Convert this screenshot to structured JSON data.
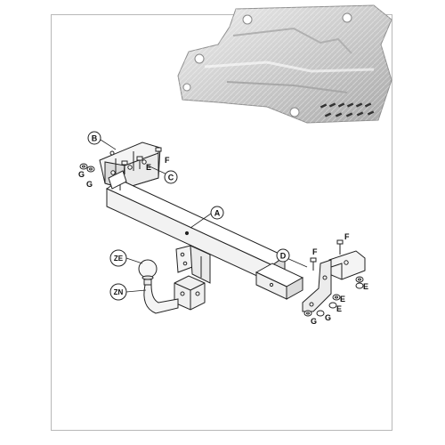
{
  "colors": {
    "page_border": "#b8b8b8",
    "line": "#222222",
    "metal_fill": "#f4f4f4",
    "metal_shade": "#dcdcdc",
    "shield_fill": "#cfcfcf",
    "shield_light": "#eaeaea",
    "shield_dark": "#8f8f8f"
  },
  "icons": {
    "heat_shield": "heat-shield-photo-icon",
    "crossbar": "crossbar-icon",
    "tow_ball": "tow-ball-icon",
    "socket_plate": "socket-plate-icon",
    "bolt": "bolt-icon"
  },
  "callouts": {
    "B": "B",
    "C": "C",
    "A": "A",
    "D": "D",
    "ZE": "ZE",
    "ZN": "ZN"
  },
  "hardware_labels": {
    "left_e": "E",
    "left_f": "F",
    "left_g1": "G",
    "left_g2": "G",
    "right_f1": "F",
    "right_f2": "F",
    "right_e1": "E",
    "right_e2": "E",
    "right_e3": "E",
    "right_g1": "G",
    "right_g2": "G"
  }
}
